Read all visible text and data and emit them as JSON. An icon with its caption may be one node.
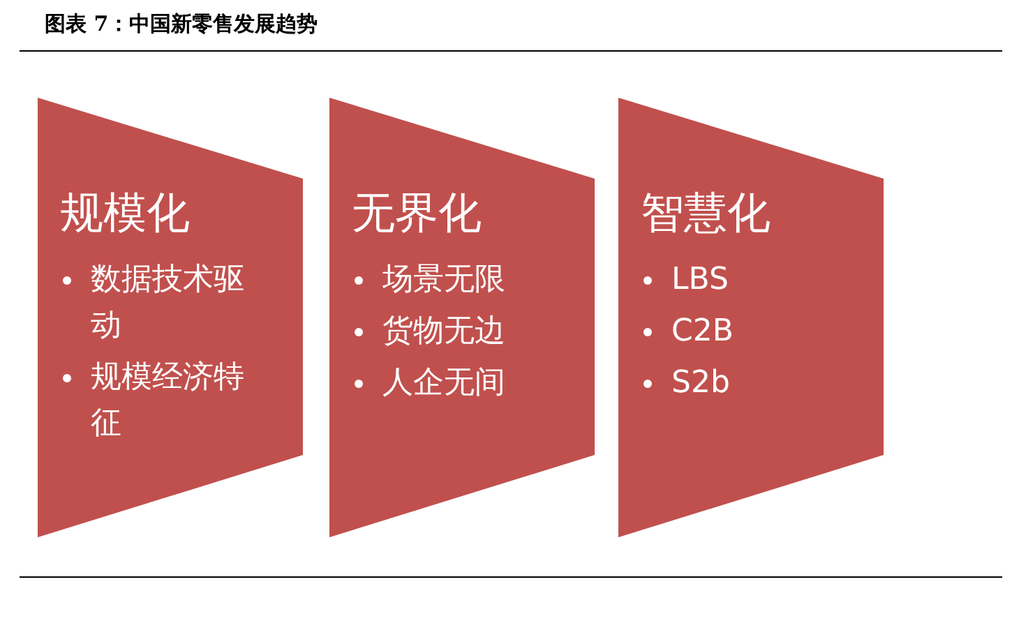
{
  "diagram": {
    "title": "图表 7：中国新零售发展趋势",
    "nodes": [
      {
        "text": [
          "规模化",
          "数据技术驱动",
          "规模经济特征"
        ]
      },
      {
        "text": [
          "无界化",
          "场景无限",
          "货物无边",
          "人企无间"
        ]
      },
      {
        "text": [
          "智慧化",
          "LBS",
          "C2B",
          "S2b"
        ]
      }
    ]
  }
}
